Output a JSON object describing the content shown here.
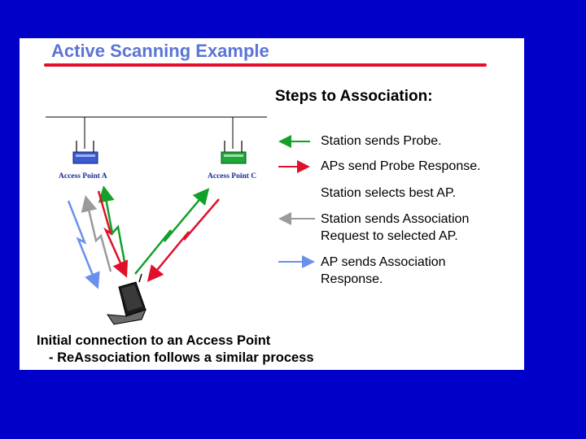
{
  "slide": {
    "title": "Active Scanning Example",
    "steps_heading": "Steps to Association:",
    "access_points": [
      {
        "label": "Access Point A",
        "icon": "access-point-icon",
        "color": "#3a5ad6"
      },
      {
        "label": "Access Point C",
        "icon": "access-point-icon",
        "color": "#1ea83a"
      }
    ],
    "station_icon": "laptop-icon",
    "steps": [
      {
        "text": "Station sends Probe.",
        "arrow_color": "#12a02a",
        "arrow_direction": "left"
      },
      {
        "text": "APs send Probe Response.",
        "arrow_color": "#e0102a",
        "arrow_direction": "right"
      },
      {
        "text": "Station selects best AP.",
        "arrow_color": "",
        "arrow_direction": ""
      },
      {
        "text": "Station sends Association Request to selected AP.",
        "lines": [
          "Station sends Association",
          "Request to selected AP."
        ],
        "arrow_color": "#9a9a9a",
        "arrow_direction": "left"
      },
      {
        "text": "AP sends Association Response.",
        "lines": [
          "AP sends Association",
          "Response."
        ],
        "arrow_color": "#6a90ec",
        "arrow_direction": "right"
      }
    ],
    "caption": {
      "line1": "Initial connection to an Access Point",
      "line2": "- ReAssociation follows a similar process"
    }
  }
}
